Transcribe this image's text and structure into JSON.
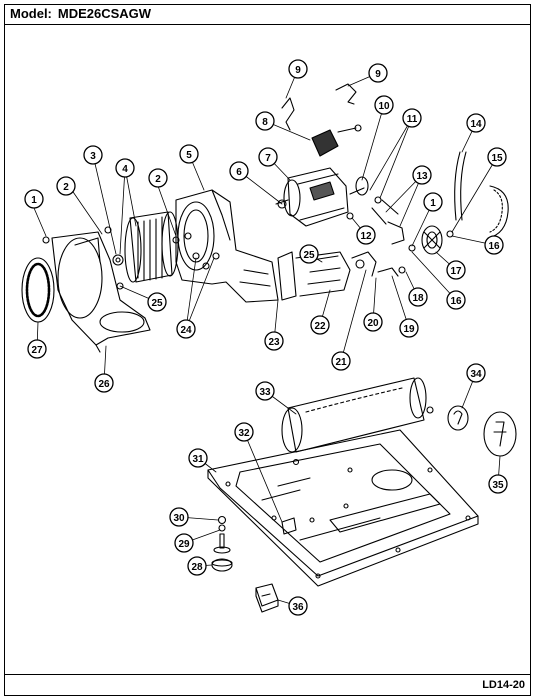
{
  "header": {
    "model_label": "Model:",
    "model_number": "MDE26CSAGW"
  },
  "footer": {
    "diagram_code": "LD14-20"
  },
  "colors": {
    "ink": "#000000",
    "paper": "#ffffff",
    "shade": "#555555"
  },
  "callouts": [
    {
      "id": "c1a",
      "label": "1"
    },
    {
      "id": "c2a",
      "label": "2"
    },
    {
      "id": "c3",
      "label": "3"
    },
    {
      "id": "c4",
      "label": "4"
    },
    {
      "id": "c2b",
      "label": "2"
    },
    {
      "id": "c5",
      "label": "5"
    },
    {
      "id": "c6",
      "label": "6"
    },
    {
      "id": "c7",
      "label": "7"
    },
    {
      "id": "c8",
      "label": "8"
    },
    {
      "id": "c9a",
      "label": "9"
    },
    {
      "id": "c9b",
      "label": "9"
    },
    {
      "id": "c10",
      "label": "10"
    },
    {
      "id": "c11",
      "label": "11"
    },
    {
      "id": "c12",
      "label": "12"
    },
    {
      "id": "c13",
      "label": "13"
    },
    {
      "id": "c14",
      "label": "14"
    },
    {
      "id": "c15",
      "label": "15"
    },
    {
      "id": "c1b",
      "label": "1"
    },
    {
      "id": "c16a",
      "label": "16"
    },
    {
      "id": "c17",
      "label": "17"
    },
    {
      "id": "c16b",
      "label": "16"
    },
    {
      "id": "c18",
      "label": "18"
    },
    {
      "id": "c19",
      "label": "19"
    },
    {
      "id": "c20",
      "label": "20"
    },
    {
      "id": "c21",
      "label": "21"
    },
    {
      "id": "c22",
      "label": "22"
    },
    {
      "id": "c25a",
      "label": "25"
    },
    {
      "id": "c25b",
      "label": "25"
    },
    {
      "id": "c24",
      "label": "24"
    },
    {
      "id": "c23",
      "label": "23"
    },
    {
      "id": "c26",
      "label": "26"
    },
    {
      "id": "c27",
      "label": "27"
    },
    {
      "id": "c33",
      "label": "33"
    },
    {
      "id": "c34",
      "label": "34"
    },
    {
      "id": "c32",
      "label": "32"
    },
    {
      "id": "c31",
      "label": "31"
    },
    {
      "id": "c35",
      "label": "35"
    },
    {
      "id": "c30",
      "label": "30"
    },
    {
      "id": "c29",
      "label": "29"
    },
    {
      "id": "c28",
      "label": "28"
    },
    {
      "id": "c36",
      "label": "36"
    }
  ]
}
